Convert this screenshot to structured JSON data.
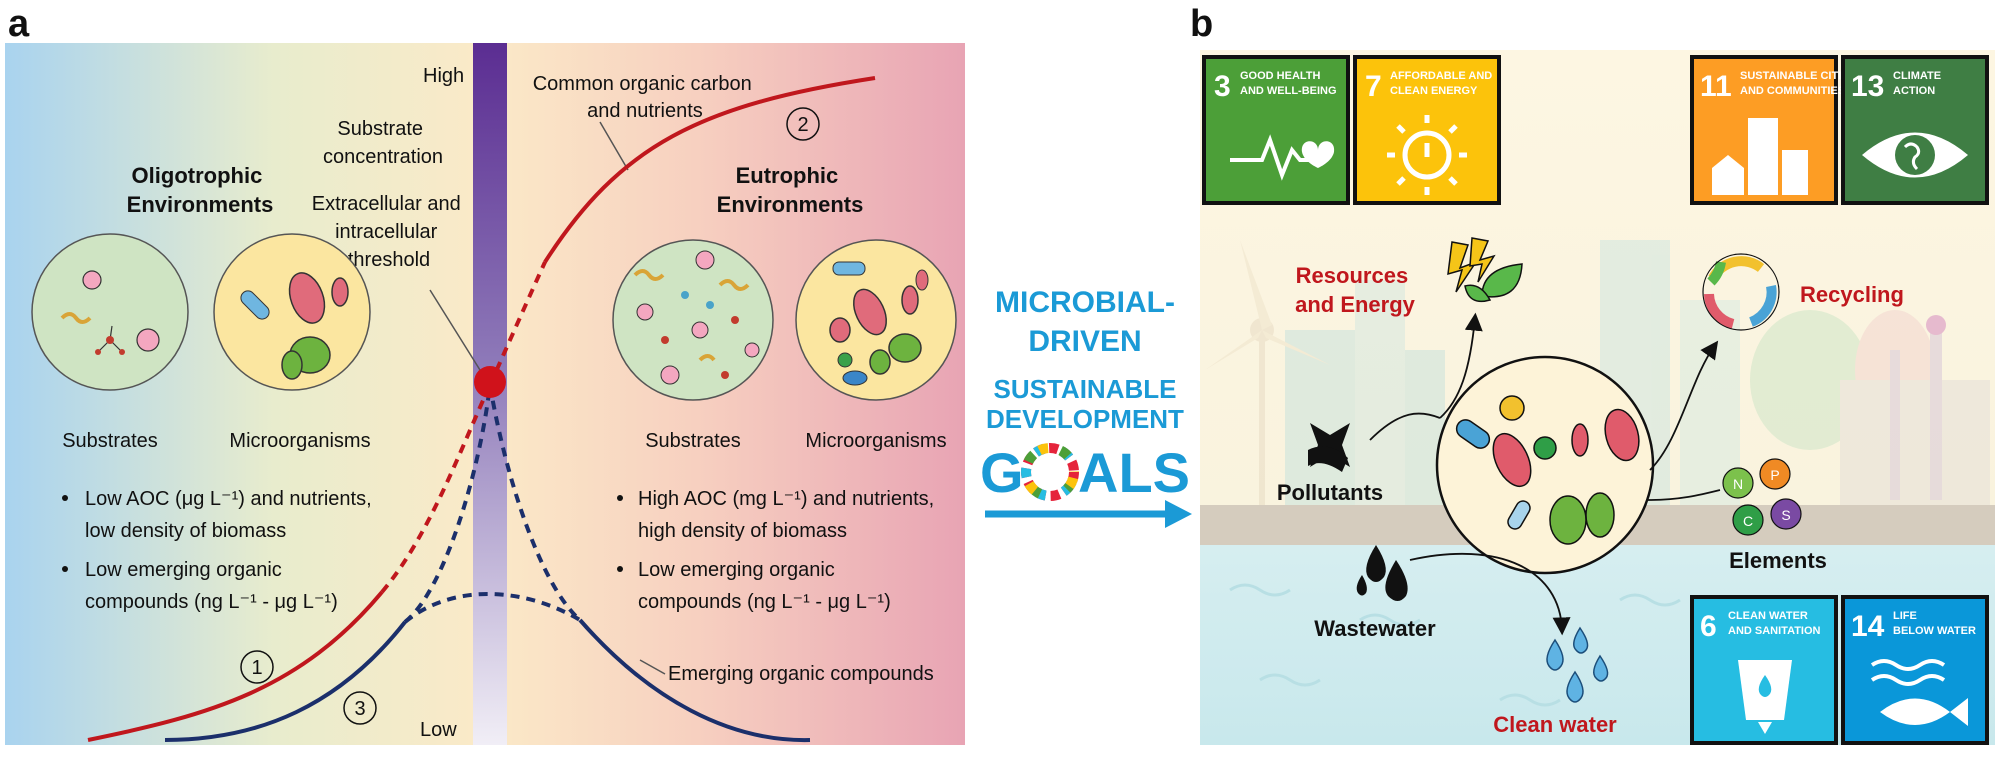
{
  "panel_a": {
    "letter": "a",
    "high": "High",
    "low": "Low",
    "substrate_concentration": [
      "Substrate",
      "concentration"
    ],
    "threshold": [
      "Extracellular and",
      "intracellular",
      "threshold"
    ],
    "common_carbon": [
      "Common organic carbon",
      "and nutrients"
    ],
    "oligotrophic": [
      "Oligotrophic",
      "Environments"
    ],
    "eutrophic": [
      "Eutrophic",
      "Environments"
    ],
    "substrates": "Substrates",
    "microorganisms": "Microorganisms",
    "curve_markers": [
      "1",
      "2",
      "3"
    ],
    "left_bullets": [
      [
        "Low AOC (μg L⁻¹) and nutrients,",
        "low density of biomass"
      ],
      [
        "Low emerging organic",
        "compounds (ng L⁻¹ - μg L⁻¹)"
      ]
    ],
    "right_bullets": [
      [
        "High AOC (mg L⁻¹) and nutrients,",
        "high density of biomass"
      ],
      [
        "Low emerging organic",
        "compounds (ng L⁻¹ - μg L⁻¹)"
      ]
    ],
    "emerging": "Emerging organic compounds"
  },
  "middle": {
    "line1": "MICROBIAL-",
    "line2": "DRIVEN",
    "line3": "SUSTAINABLE",
    "line4": "DEVELOPMENT",
    "goals_g": "G",
    "goals_rest": "ALS"
  },
  "panel_b": {
    "letter": "b",
    "sdgs": [
      {
        "num": "3",
        "line1": "GOOD HEALTH",
        "line2": "AND WELL-BEING",
        "color": "#4c9f38",
        "icon": "heartbeat-icon"
      },
      {
        "num": "7",
        "line1": "AFFORDABLE AND",
        "line2": "CLEAN ENERGY",
        "color": "#fcc30b",
        "icon": "sun-power-icon"
      },
      {
        "num": "11",
        "line1": "SUSTAINABLE CITIES",
        "line2": "AND COMMUNITIES",
        "color": "#fd9d24",
        "icon": "city-icon"
      },
      {
        "num": "13",
        "line1": "CLIMATE",
        "line2": "ACTION",
        "color": "#3f7e44",
        "icon": "eye-globe-icon"
      },
      {
        "num": "6",
        "line1": "CLEAN WATER",
        "line2": "AND SANITATION",
        "color": "#26bde2",
        "icon": "water-glass-icon"
      },
      {
        "num": "14",
        "line1": "LIFE",
        "line2": "BELOW WATER",
        "color": "#0a97d9",
        "icon": "fish-icon"
      }
    ],
    "resources": [
      "Resources",
      "and Energy"
    ],
    "recycling": "Recycling",
    "pollutants": "Pollutants",
    "elements": "Elements",
    "wastewater": "Wastewater",
    "clean_water": "Clean water",
    "element_symbols": [
      "N",
      "P",
      "C",
      "S"
    ]
  }
}
